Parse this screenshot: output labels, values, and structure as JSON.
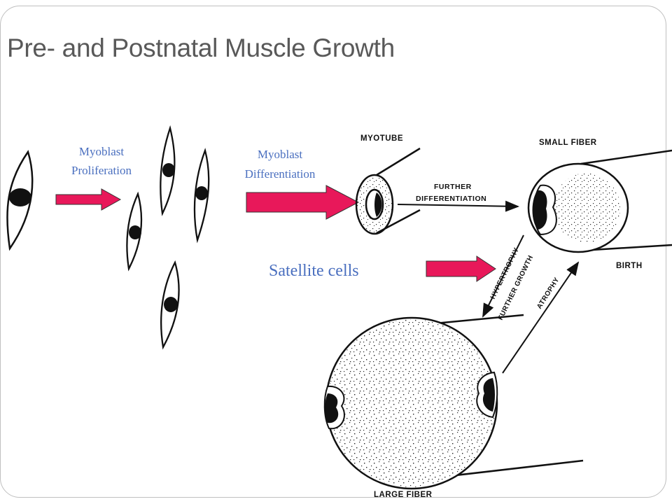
{
  "slide": {
    "title": "Pre- and Postnatal Muscle Growth"
  },
  "labels": {
    "myoblast_proliferation": "Myoblast\nProliferation",
    "myoblast_differentiation": "Myoblast\nDifferentiation",
    "satellite_cells": "Satellite cells"
  },
  "figure": {
    "myotube": "MYOTUBE",
    "further_differentiation_1": "FURTHER",
    "further_differentiation_2": "DIFFERENTIATION",
    "small_fiber": "SMALL FIBER",
    "birth": "BIRTH",
    "hypertrophy": "HYPERTROPHY",
    "further_growth": "FURTHER GROWTH",
    "atrophy": "ATROPHY",
    "large_fiber": "LARGE FIBER"
  },
  "colors": {
    "arrow": "#e8185a",
    "label_blue": "#4a6fbf",
    "title_gray": "#595959"
  }
}
